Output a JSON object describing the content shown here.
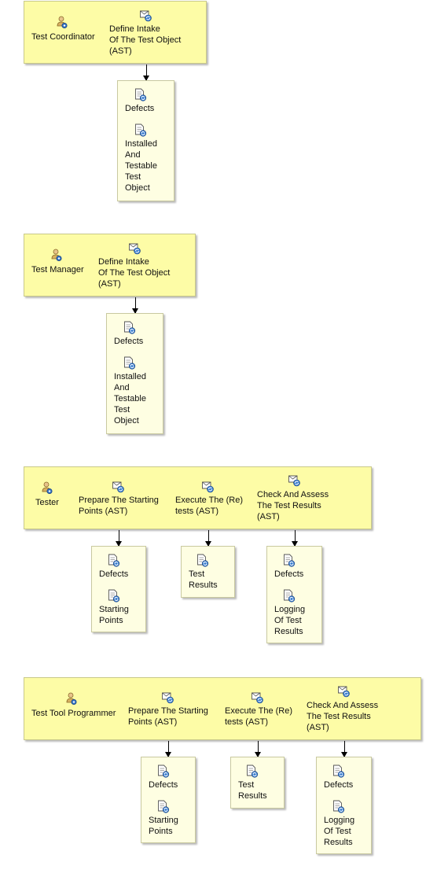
{
  "lanes": [
    {
      "role": "Test Coordinator",
      "tasks": [
        "Define Intake\nOf The Test Object\n(AST)"
      ],
      "outputs": [
        [
          "Defects",
          "Installed\nAnd\nTestable\nTest\nObject"
        ]
      ]
    },
    {
      "role": "Test Manager",
      "tasks": [
        "Define Intake\nOf The Test Object\n(AST)"
      ],
      "outputs": [
        [
          "Defects",
          "Installed\nAnd\nTestable\nTest\nObject"
        ]
      ]
    },
    {
      "role": "Tester",
      "tasks": [
        "Prepare The Starting\nPoints (AST)",
        "Execute The (Re)\ntests (AST)",
        "Check And Assess\nThe Test Results\n(AST)"
      ],
      "outputs": [
        [
          "Defects",
          "Starting\nPoints"
        ],
        [
          "Test\nResults"
        ],
        [
          "Defects",
          "Logging\nOf Test\nResults"
        ]
      ]
    },
    {
      "role": "Test Tool Programmer",
      "tasks": [
        "Prepare The Starting\nPoints (AST)",
        "Execute The (Re)\ntests (AST)",
        "Check And Assess\nThe Test Results\n(AST)"
      ],
      "outputs": [
        [
          "Defects",
          "Starting\nPoints"
        ],
        [
          "Test\nResults"
        ],
        [
          "Defects",
          "Logging\nOf Test\nResults"
        ]
      ]
    }
  ],
  "icons": {
    "role": "role-person-icon",
    "task": "task-icon",
    "artifact": "artifact-document-icon"
  }
}
